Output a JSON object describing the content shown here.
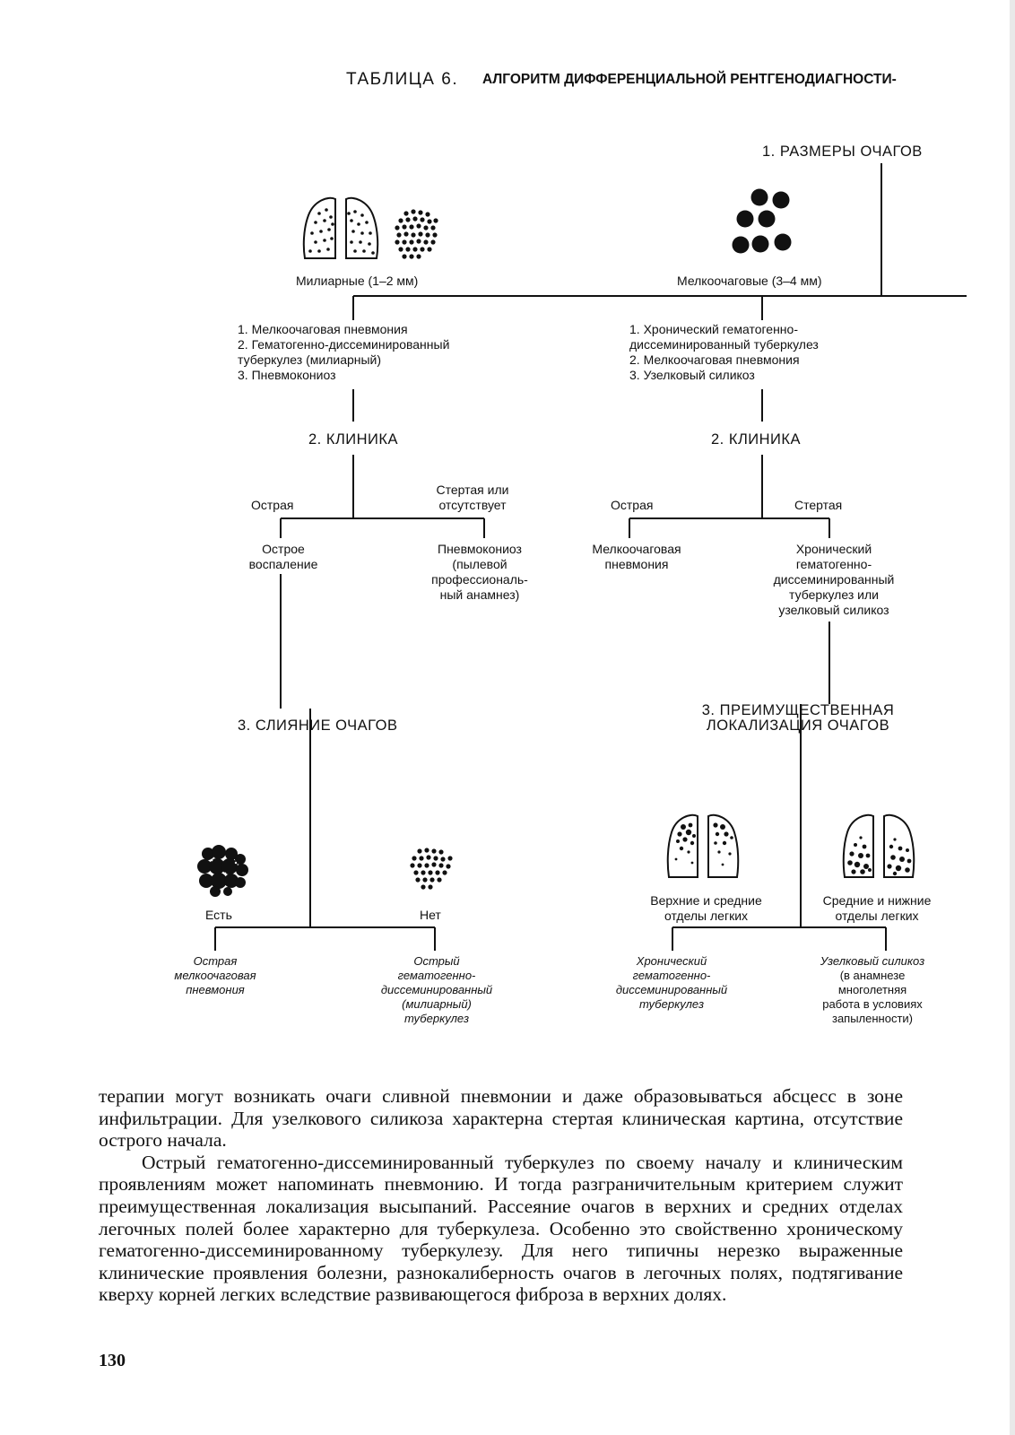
{
  "table": {
    "prefix": "ТАБЛИЦА 6.",
    "title": "АЛГОРИТМ ДИФФЕРЕНЦИАЛЬНОЙ РЕНТГЕНОДИАГНОСТИ-"
  },
  "step1": {
    "header": "1. РАЗМЕРЫ ОЧАГОВ"
  },
  "left": {
    "size_label": "Милиарные (1–2 мм)",
    "diagnoses": "1. Мелкоочаговая пневмония\n2. Гематогенно-диссеминированный\n    туберкулез (милиарный)\n3. Пневмокониоз",
    "clinic_header": "2. КЛИНИКА",
    "acute": "Острая",
    "erased": "Стертая или\nотсутствует",
    "acute_result": "Острое\nвоспаление",
    "erased_result": "Пневмокониоз\n(пылевой\nпрофессиональ-\nный анамнез)",
    "fusion_header": "3. СЛИЯНИЕ ОЧАГОВ",
    "yes": "Есть",
    "no": "Нет",
    "yes_result": "Острая\nмелкоочаговая\nпневмония",
    "no_result": "Острый\nгематогенно-\nдиссеминированный\n(милиарный)\nтуберкулез"
  },
  "right": {
    "size_label": "Мелкоочаговые (3–4 мм)",
    "diagnoses": "1. Хронический гематогенно-\n    диссеминированный туберкулез\n2. Мелкоочаговая пневмония\n3. Узелковый силикоз",
    "clinic_header": "2. КЛИНИКА",
    "acute": "Острая",
    "erased": "Стертая",
    "acute_result": "Мелкоочаговая\nпневмония",
    "erased_result": "Хронический\nгематогенно-\nдиссеминированный\nтуберкулез или\nузелковый силикоз",
    "loc_header": "3. ПРЕИМУЩЕСТВЕННАЯ\nЛОКАЛИЗАЦИЯ ОЧАГОВ",
    "upper": "Верхние и средние\nотделы легких",
    "lower": "Средние и нижние\nотделы легких",
    "upper_result": "Хронический\nгематогенно-\nдиссеминированный\nтуберкулез",
    "lower_result_italic": "Узелковый силикоз",
    "lower_result_rest": "(в анамнезе\nмноголетняя\nработа в условиях\nзапыленности)"
  },
  "body": {
    "paragraph1": "терапии могут возникать очаги сливной пневмонии и даже образовываться абсцесс в зоне инфильтрации. Для узелкового силикоза характерна стертая клиническая картина, отсутствие острого начала.",
    "paragraph2": "Острый гематогенно-диссеминированный туберкулез по своему началу и клиническим проявлениям может напоминать пневмонию. И тогда разграничительным критерием служит преимущественная локализация высыпаний. Рассеяние очагов в верхних и средних отделах легочных полей более характерно для туберкулеза. Особенно это свойственно хроническому гематогенно-диссеминированному туберкулезу. Для него типичны нерезко выраженные клинические проявления болезни, разнокалиберность очагов в легочных полях, подтягивание кверху корней легких вследствие развивающегося фиброза в верхних долях."
  },
  "page_number": "130",
  "icons": [
    "lungs-miliary-icon",
    "small-foci-cluster-icon",
    "large-foci-cluster-icon",
    "fused-foci-icon",
    "lungs-upper-foci-icon",
    "lungs-lower-foci-icon"
  ]
}
